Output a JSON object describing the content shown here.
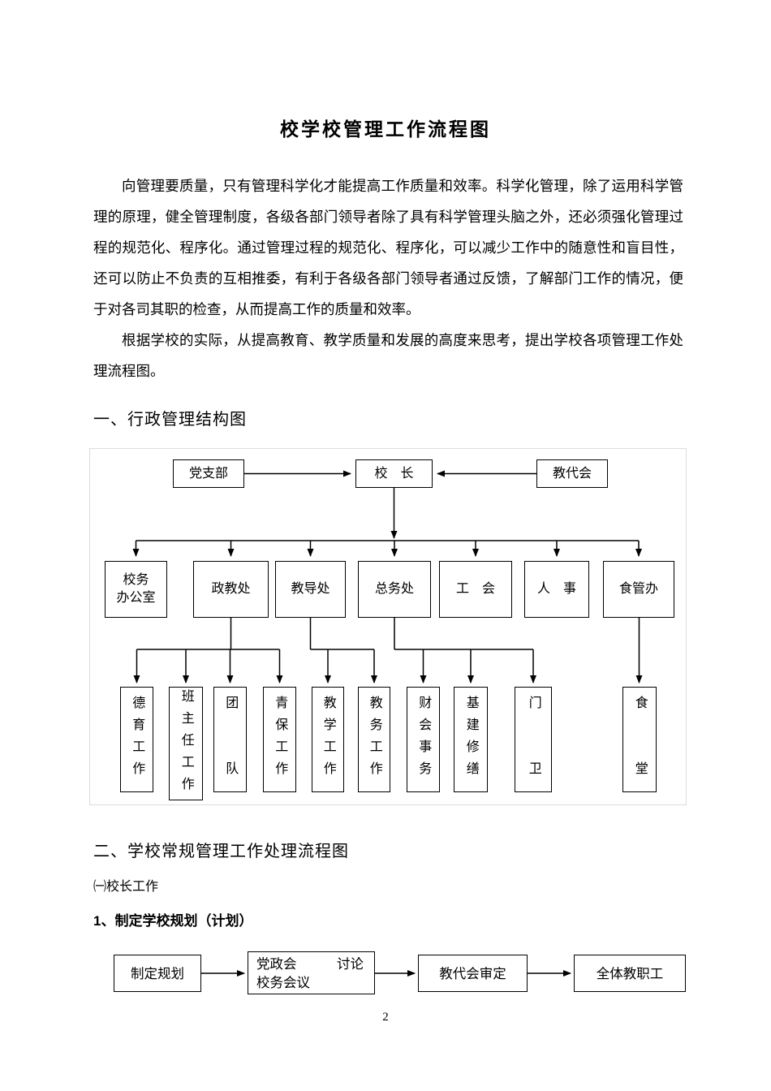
{
  "document": {
    "title": "校学校管理工作流程图",
    "page_number": "2"
  },
  "intro": {
    "para1": "向管理要质量，只有管理科学化才能提高工作质量和效率。科学化管理，除了运用科学管理的原理，健全管理制度，各级各部门领导者除了具有科学管理头脑之外，还必须强化管理过程的规范化、程序化。通过管理过程的规范化、程序化，可以减少工作中的随意性和盲目性，还可以防止不负责的互相推委，有利于各级各部门领导者通过反馈，了解部门工作的情况，便于对各司其职的检查，从而提高工作的质量和效率。",
    "para2": "根据学校的实际，从提高教育、教学质量和发展的高度来思考，提出学校各项管理工作处理流程图。"
  },
  "sections": {
    "s1_heading": "一、行政管理结构图",
    "s2_heading": "二、学校常规管理工作处理流程图",
    "s2_sub": "㈠校长工作",
    "s2_item1": "1、制定学校规划（计划）"
  },
  "org_chart": {
    "top": {
      "party": "党支部",
      "principal": "校　长",
      "congress": "教代会"
    },
    "level2": [
      "校务\n办公室",
      "政教处",
      "教导处",
      "总务处",
      "工　会",
      "人　事",
      "食管办"
    ],
    "level3": [
      "德育工作",
      "班主任工作",
      "团　　队",
      "青保工作",
      "教学工作",
      "教务工作",
      "财会事务",
      "基建修缮",
      "门　　卫",
      "食　　堂"
    ]
  },
  "flow_plan": {
    "steps": [
      "制定规划",
      "党政会　　　讨论\n校务会议",
      "教代会审定",
      "全体教职工"
    ]
  }
}
